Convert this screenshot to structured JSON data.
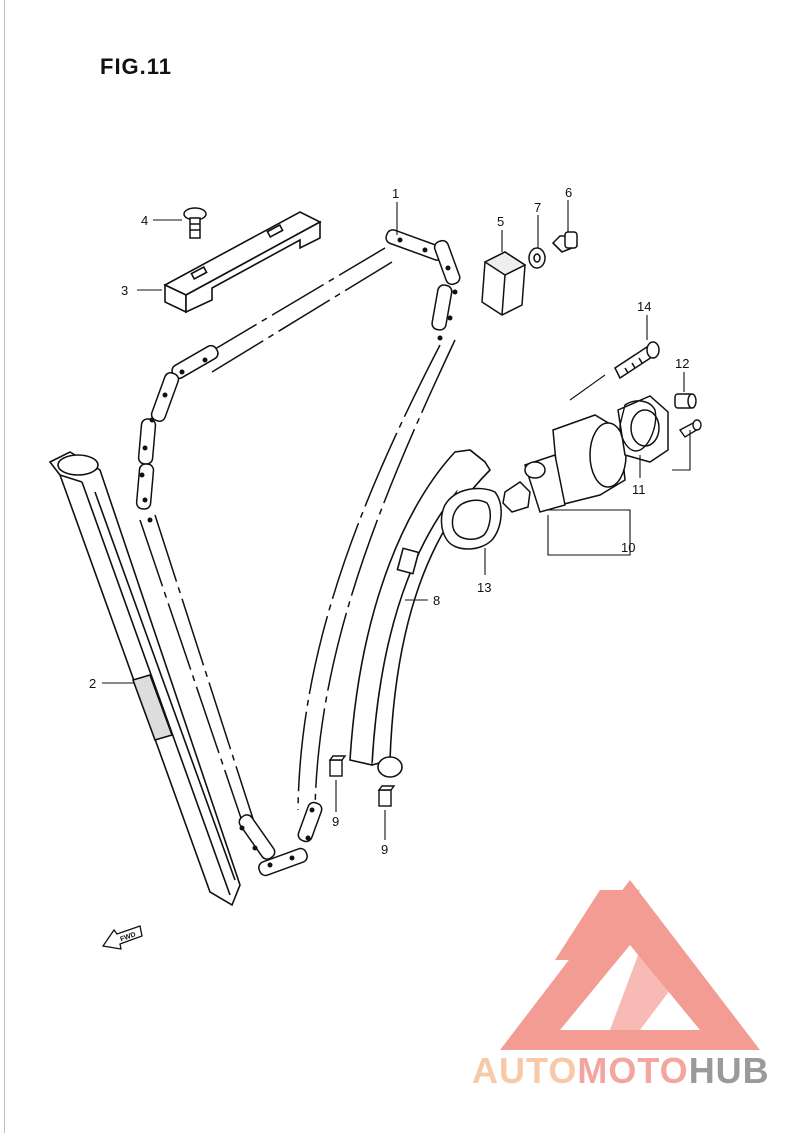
{
  "figure": {
    "title": "FIG.11"
  },
  "callouts": {
    "c1": "1",
    "c2": "2",
    "c3": "3",
    "c4": "4",
    "c5": "5",
    "c6": "6",
    "c7": "7",
    "c8": "8",
    "c9a": "9",
    "c9b": "9",
    "c10": "10",
    "c11": "11",
    "c12": "12",
    "c13": "13",
    "c14": "14"
  },
  "fwd_arrow": {
    "label": "FWD"
  },
  "watermark": {
    "part_a": "AUTO",
    "part_b": "MOTO",
    "part_c": "HUB",
    "colors": {
      "logo": "#f28b82",
      "auto": "#f7c9a6",
      "moto": "#f4a69e",
      "hub": "#9a9a9a"
    }
  }
}
